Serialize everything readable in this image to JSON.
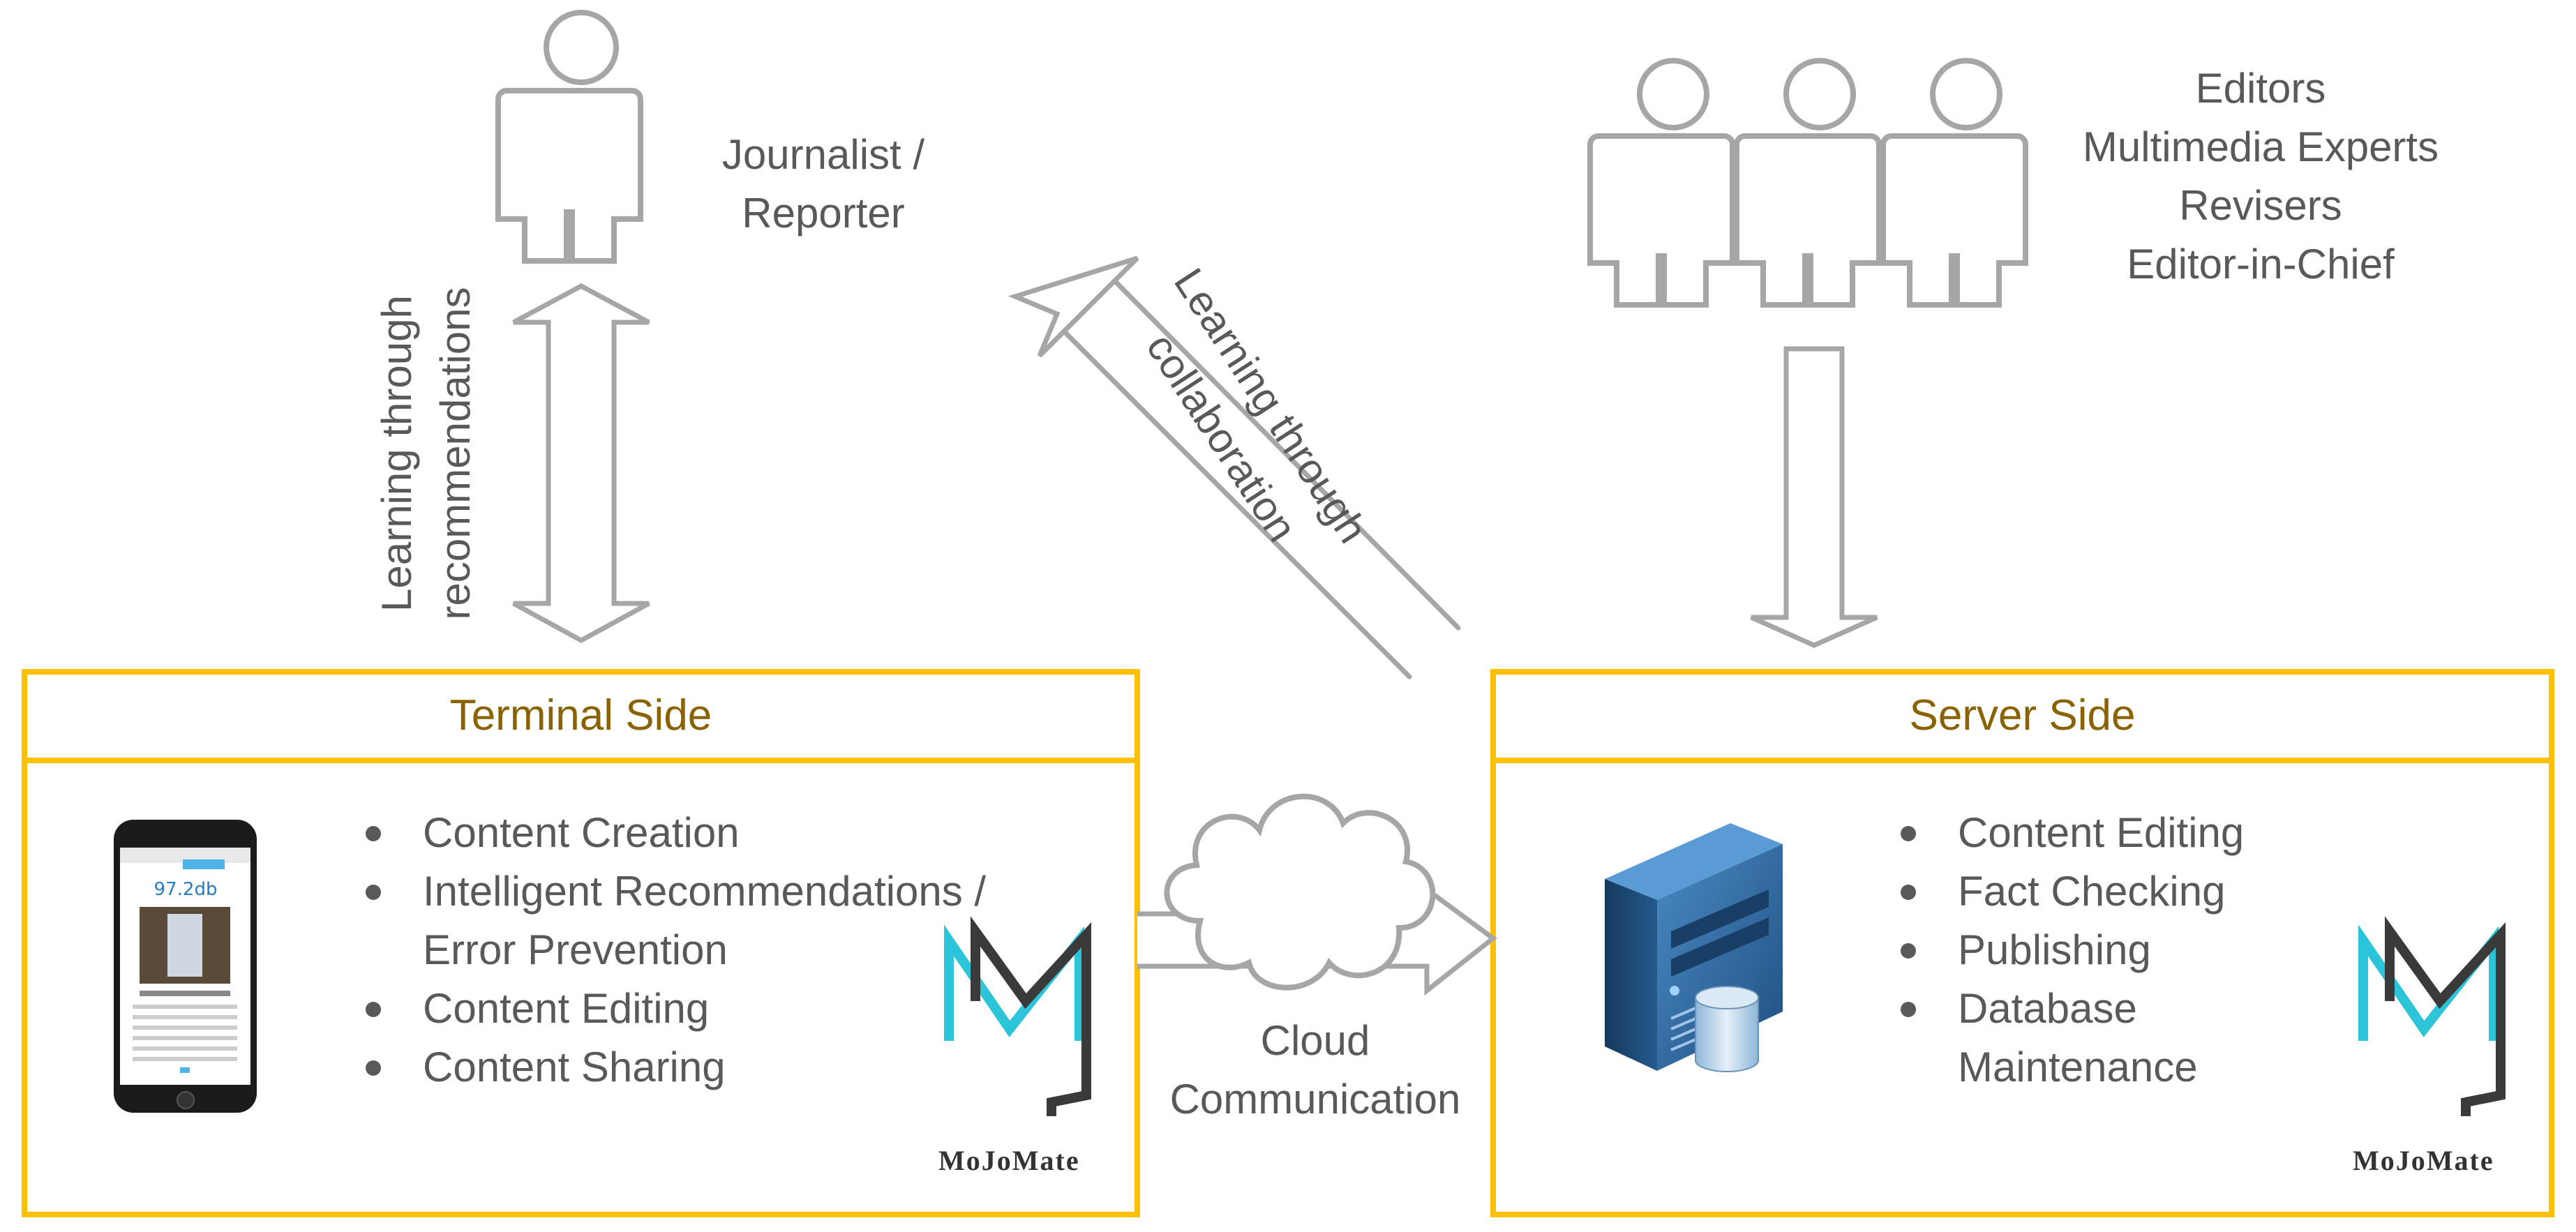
{
  "actors": {
    "journalist_label_line1": "Journalist /",
    "journalist_label_line2": "Reporter",
    "team_label_lines": [
      "Editors",
      "Multimedia Experts",
      "Revisers",
      "Editor-in-Chief"
    ]
  },
  "arrows": {
    "recommendations_line1": "Learning through",
    "recommendations_line2": "recommendations",
    "collaboration_line1": "Learning through",
    "collaboration_line2": "collaboration"
  },
  "cloud": {
    "label_line1": "Cloud",
    "label_line2": "Communication"
  },
  "terminal": {
    "title": "Terminal Side",
    "items": [
      "Content Creation",
      "Intelligent Recommendations /",
      "Error Prevention",
      "Content Editing",
      "Content Sharing"
    ],
    "phone_screen_value": "97.2db",
    "logo_text": "MoJoMate"
  },
  "server": {
    "title": "Server Side",
    "items": [
      "Content Editing",
      "Fact Checking",
      "Publishing",
      "Database",
      "Maintenance"
    ],
    "logo_text": "MoJoMate"
  },
  "colors": {
    "box_border": "#FFC000",
    "box_title": "#8A6200",
    "outline_gray": "#A6A6A6",
    "text_gray": "#595959",
    "logo_cyan": "#2BC4D8",
    "logo_dark": "#3A3A3A",
    "server_blue": "#2E6DA4"
  }
}
